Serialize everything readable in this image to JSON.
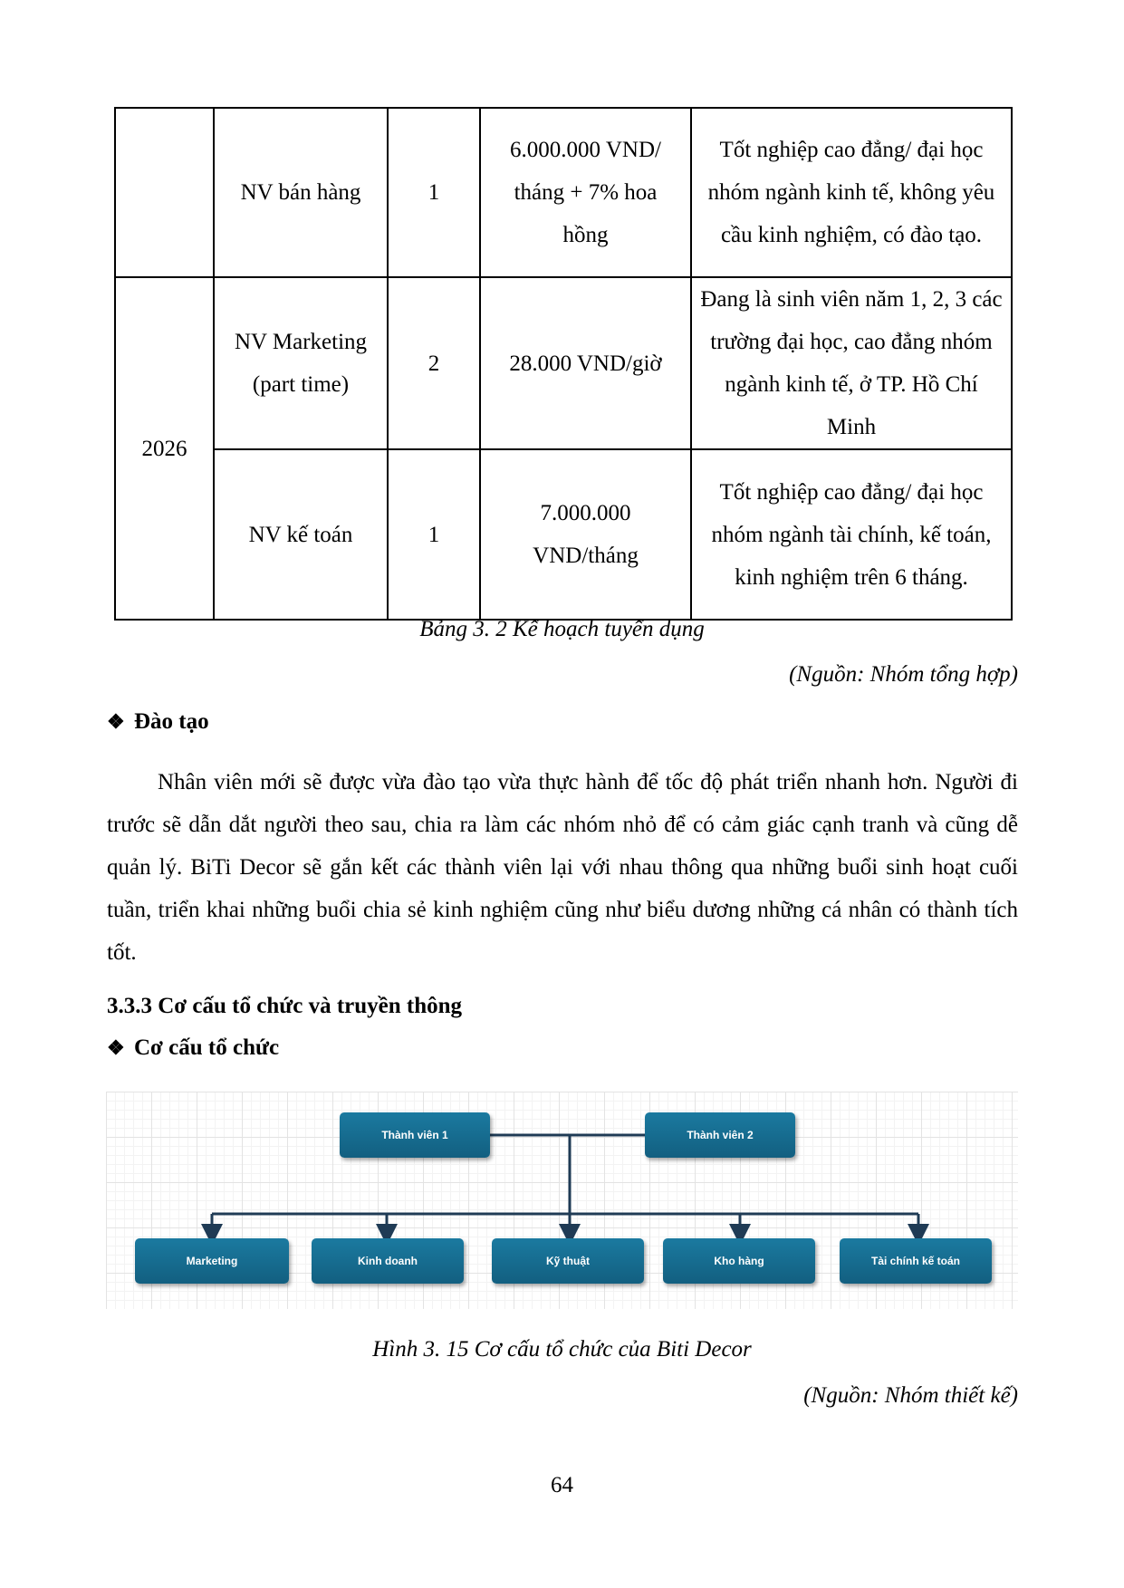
{
  "table": {
    "rows": [
      {
        "position": "NV bán hàng",
        "quantity": "1",
        "salary": "6.000.000 VND/ tháng + 7% hoa hồng",
        "requirement": "Tốt nghiệp cao đẳng/ đại học nhóm ngành kinh tế, không yêu cầu kinh nghiệm, có đào tạo."
      },
      {
        "year": "2026",
        "position": "NV Marketing (part time)",
        "quantity": "2",
        "salary": "28.000 VND/giờ",
        "requirement": "Đang là sinh viên năm 1, 2, 3 các trường đại học, cao đẳng nhóm ngành kinh tế, ở TP. Hồ Chí Minh"
      },
      {
        "position": "NV kế toán",
        "quantity": "1",
        "salary": "7.000.000 VND/tháng",
        "requirement": "Tốt nghiệp cao đẳng/ đại học nhóm ngành tài chính, kế toán, kinh nghiệm trên 6 tháng."
      }
    ],
    "caption": "Bảng 3. 2 Kế hoạch tuyển dụng",
    "source": "(Nguồn: Nhóm tổng hợp)"
  },
  "training": {
    "bullet": "❖",
    "heading": "Đào tạo",
    "paragraph": "Nhân viên mới sẽ được vừa đào tạo vừa thực hành để tốc độ phát triển nhanh hơn. Người đi trước sẽ dẫn dắt người theo sau, chia ra làm các nhóm nhỏ để có cảm giác cạnh tranh và cũng dễ quản lý. BiTi Decor sẽ gắn kết các thành viên lại với nhau thông qua những buổi sinh hoạt cuối tuần, triển khai những buổi chia sẻ kinh nghiệm cũng như biểu dương những cá nhân có thành tích tốt."
  },
  "section": {
    "heading": "3.3.3 Cơ cấu tổ chức và truyền thông",
    "sub_bullet": "❖",
    "sub_heading": "Cơ cấu tổ chức"
  },
  "org_chart": {
    "top": [
      "Thành viên 1",
      "Thành viên 2"
    ],
    "departments": [
      "Marketing",
      "Kinh doanh",
      "Kỹ thuật",
      "Kho hàng",
      "Tài chính kế toán"
    ],
    "node_color": "#1b7aa0",
    "line_color": "#1f3b55",
    "caption": "Hình 3. 15 Cơ cấu tổ chức của Biti Decor",
    "source": "(Nguồn: Nhóm thiết kế)"
  },
  "page_number": "64"
}
